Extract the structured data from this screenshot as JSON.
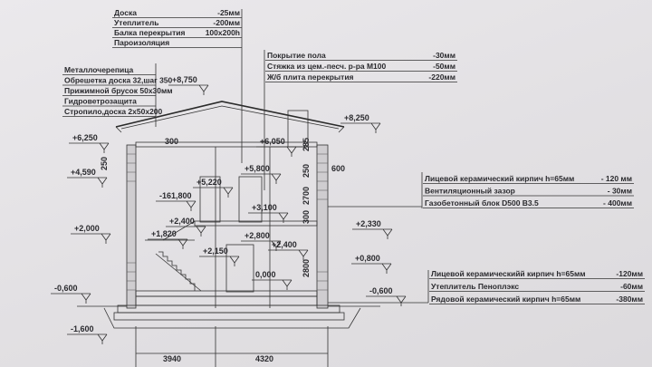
{
  "tables": {
    "ceiling": [
      {
        "name": "Доска",
        "value": "-25мм"
      },
      {
        "name": "Утеплитель",
        "value": "-200мм"
      },
      {
        "name": "Балка перекрытия",
        "value": "100x200h"
      },
      {
        "name": "Пароизоляция",
        "value": ""
      }
    ],
    "roof": [
      {
        "name": "Металлочерепица",
        "value": ""
      },
      {
        "name": "Обрешетка доска 32,шаг 350",
        "value": ""
      },
      {
        "name": "Прижимной брусок 50x30мм",
        "value": ""
      },
      {
        "name": "Гидроветрозащита",
        "value": ""
      },
      {
        "name": "Стропило,доска 2x50x200",
        "value": ""
      }
    ],
    "floor": [
      {
        "name": "Покрытие пола",
        "value": "-30мм"
      },
      {
        "name": "Стяжка из цем.-песч. р-ра М100",
        "value": "-50мм"
      },
      {
        "name": "Ж/б плита перекрытия",
        "value": "-220мм"
      }
    ],
    "wall": [
      {
        "name": "Лицевой керамический кирпич h=65мм",
        "value": "- 120 мм"
      },
      {
        "name": "Вентиляционный зазор",
        "value": "- 30мм"
      },
      {
        "name": "Газобетонный блок D500 B3.5",
        "value": "- 400мм"
      }
    ],
    "foundation": [
      {
        "name": "Лицевой керамическийй кирпич h=65мм",
        "value": "-120мм"
      },
      {
        "name": "Утеплитель Пеноплэкс",
        "value": "-60мм"
      },
      {
        "name": "Рядовой керамический кирпич h=65мм",
        "value": "-380мм"
      }
    ]
  },
  "levels": [
    "+8,750",
    "+8,250",
    "+6,250",
    "+6,050",
    "+5,800",
    "+5,220",
    "+4,590",
    "-161,800",
    "+3,100",
    "+2,400",
    "+2,330",
    "+2,000",
    "+1,820",
    "+2,800",
    "+2,400",
    "+2,150",
    "0,000",
    "+0,800",
    "-0,600",
    "-0,600",
    "-1,600"
  ],
  "dimensions": [
    "300",
    "250",
    "285",
    "250",
    "2700",
    "300",
    "2800",
    "600",
    "3940",
    "4320"
  ]
}
